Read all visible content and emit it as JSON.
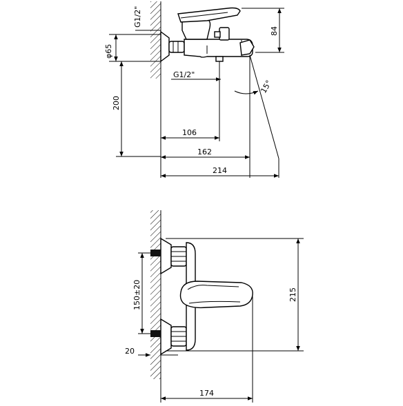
{
  "drawing": {
    "top_view": {
      "thread_left": "G1/2\"",
      "height": "84",
      "diameter": "φ65",
      "thread_bottom": "G1/2\"",
      "angle": "15°",
      "wall_drop": "200",
      "dim_outlet": "106",
      "dim_spout": "162",
      "dim_total": "214"
    },
    "side_view": {
      "centers": "150±20",
      "height": "215",
      "wall_offset": "20",
      "depth": "174"
    }
  }
}
